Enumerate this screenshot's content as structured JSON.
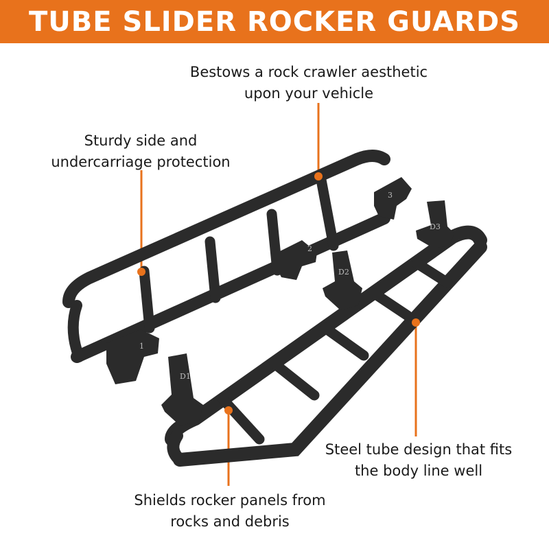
{
  "banner": {
    "title": "TUBE SLIDER ROCKER GUARDS",
    "background_color": "#E8721C"
  },
  "callouts": [
    {
      "id": "aesthetic",
      "lines": [
        "Bestows a rock crawler aesthetic",
        "upon your vehicle"
      ]
    },
    {
      "id": "protection",
      "lines": [
        "Sturdy side and",
        "undercarriage protection"
      ]
    },
    {
      "id": "steel-tube",
      "lines": [
        "Steel tube design that fits",
        "the body line well"
      ]
    },
    {
      "id": "shields",
      "lines": [
        "Shields rocker panels from",
        "rocks and debris"
      ]
    }
  ],
  "bracket_labels": [
    "D1",
    "D2",
    "D3",
    "1",
    "2",
    "3"
  ],
  "colors": {
    "accent": "#E8721C",
    "steel": "#2b2b2b",
    "text": "#1a1a1a"
  }
}
